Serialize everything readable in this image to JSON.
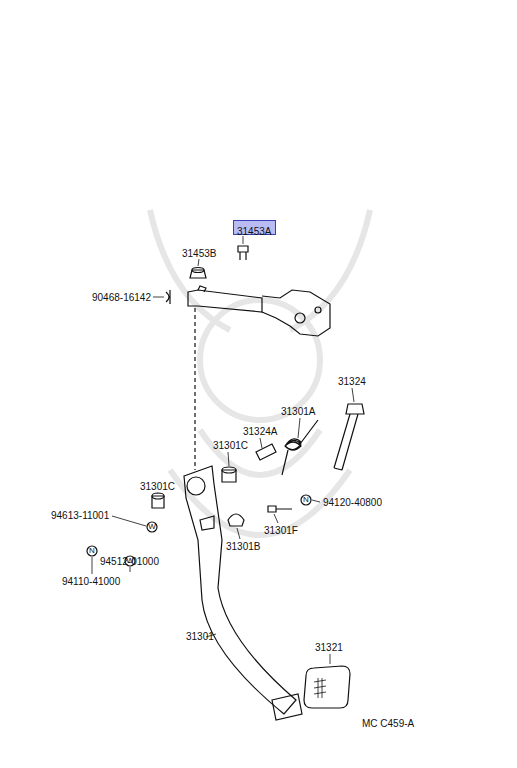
{
  "diagram": {
    "nodes": [
      {
        "text": [
          "31453A"
        ]
      }
    ],
    "labels": [
      "31453B",
      "90468-16142",
      "31324",
      "31301A",
      "31324A",
      "31301C",
      "31301C",
      "94613-11001",
      "94120-40800",
      "N",
      "W",
      "31301F",
      "31301B",
      "W",
      "94512-01000",
      "N",
      "94110-41000",
      "31301",
      "31321",
      "MC C459-A"
    ]
  }
}
